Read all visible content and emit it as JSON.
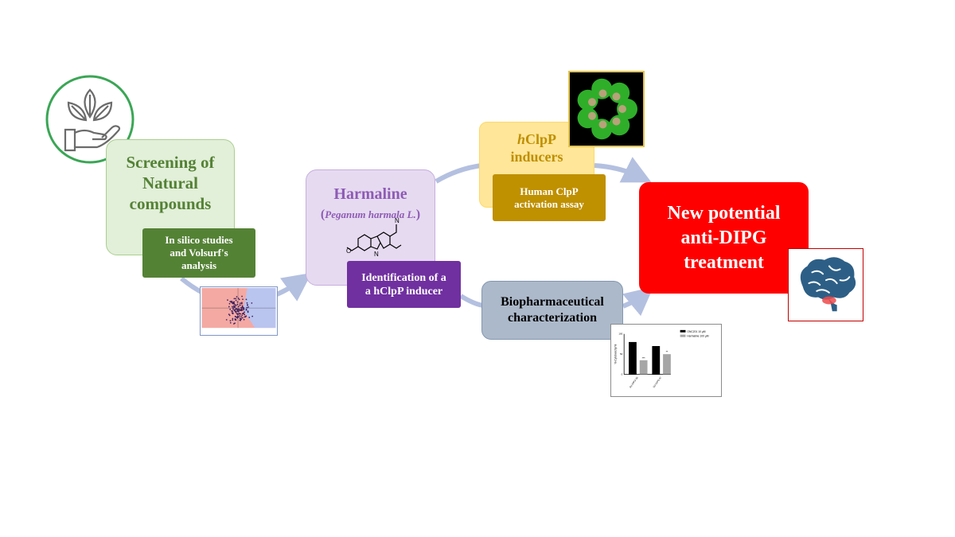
{
  "stages": {
    "screening": {
      "title_lines": [
        "Screening of",
        "Natural",
        "compounds"
      ],
      "sub_lines": [
        "In silico studies",
        "and Volsurf's",
        "analysis"
      ]
    },
    "harmaline": {
      "title": "Harmaline",
      "latin_open": "(",
      "latin": "Peganum harmala L.",
      "latin_close": ")",
      "sub_lines": [
        "Identification of a",
        "a hClpP inducer"
      ]
    },
    "clpp": {
      "italic_prefix": "h",
      "title_rest": "ClpP",
      "title_line2": "inducers",
      "sub_lines": [
        "Human ClpP",
        "activation assay"
      ]
    },
    "biopharma": {
      "lines": [
        "Biopharmaceutical",
        "characterization"
      ]
    },
    "final": {
      "lines": [
        "New potential",
        "anti-DIPG",
        "treatment"
      ]
    }
  },
  "colors": {
    "screening_fill": "#e2efd9",
    "screening_text": "#548235",
    "harmaline_fill": "#e6daf0",
    "harmaline_text": "#8e5bb5",
    "identification_fill": "#7030a0",
    "clpp_fill": "#ffe699",
    "clpp_text": "#bf8f00",
    "activation_fill": "#bf9000",
    "biopharma_fill": "#acb9ca",
    "final_fill": "#ff0000",
    "arrow": "#b4c0e0"
  },
  "icons": {
    "plant": "plant-hand-icon",
    "protein": "clpp-protein-structure",
    "brain": "brain-icon"
  },
  "bar_chart_data": {
    "type": "bar",
    "title": "",
    "ylabel": "% Cytotoxicity/%",
    "ylim": [
      0,
      100
    ],
    "legend": [
      "ONC201 10 µM",
      "Harmaline 100 µM"
    ],
    "categories": [
      "SU-DIPG-36",
      "SU-DIPG-IV"
    ],
    "series": [
      {
        "name": "ONC201 10 µM",
        "values": [
          80,
          70
        ]
      },
      {
        "name": "Harmaline 100 µM",
        "values": [
          35,
          50
        ]
      }
    ],
    "annotations": [
      "***",
      "**"
    ]
  }
}
